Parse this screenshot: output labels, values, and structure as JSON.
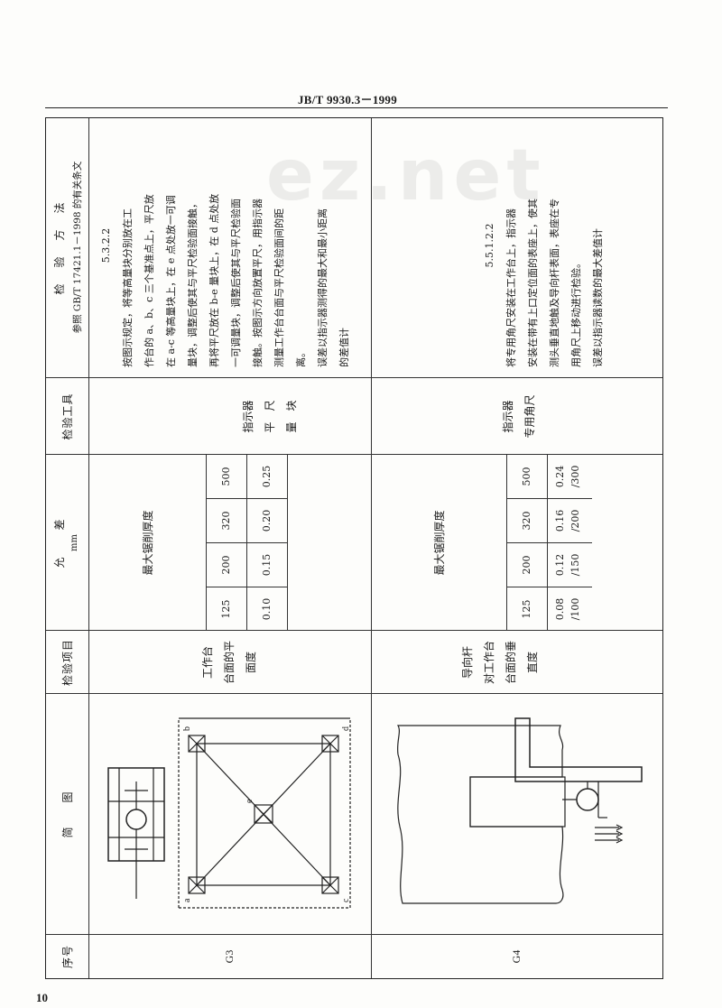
{
  "header": {
    "standard_code": "JB/T 9930.3－1999"
  },
  "page_number": "10",
  "watermark": "ez.net",
  "table": {
    "columns": {
      "no": "序号",
      "figure": "简　　图",
      "item": "检验项目",
      "tolerance": "允　　差",
      "tolerance_unit": "mm",
      "tools": "检验工具",
      "method": "检　验　方　法",
      "method_ref": "参照 GB/T 17421.1－1998 的有关条文"
    },
    "rows": [
      {
        "no": "G3",
        "item": [
          "工作台",
          "台面的平",
          "面度"
        ],
        "tol_title": "最大锯削厚度",
        "tol_sizes": [
          "125",
          "200",
          "320",
          "500"
        ],
        "tol_values": [
          "0.10",
          "0.15",
          "0.20",
          "0.25"
        ],
        "tools": [
          "指示器",
          "平　尺",
          "量　块"
        ],
        "method_clause": "5.3.2.2",
        "method_lines": [
          "按图示规定，将等高量块分别放在工",
          "作台的 a、b、c 三个基准点上，平尺放",
          "在 a-c 等高量块上，在 e 点处放一可调",
          "量块，调整后使其与平尺检验面接触，",
          "再将平尺放在 b-e 量块上，在 d 点处放",
          "一可调量块，调整后使其与平尺检验面",
          "接触。按图示方向放置平尺，用指示器",
          "测量工作台台面与平尺检验面间的距",
          "离。",
          "误差以指示器测得的最大和最小距离",
          "的差值计"
        ],
        "figure_labels": [
          "a",
          "b",
          "c",
          "d",
          "e"
        ]
      },
      {
        "no": "G4",
        "item": [
          "导向杆",
          "对工作台",
          "台面的垂",
          "直度"
        ],
        "tol_title": "最大锯削厚度",
        "tol_sizes": [
          "125",
          "200",
          "320",
          "500"
        ],
        "tol_values": [
          "0.08",
          "0.12",
          "0.16",
          "0.24"
        ],
        "tol_per": [
          "/100",
          "/150",
          "/200",
          "/300"
        ],
        "tools": [
          "指示器",
          "专用角尺"
        ],
        "method_clause": "5.5.1.2.2",
        "method_lines": [
          "将专用角尺安装在工作台上，指示器",
          "安装在带有上口定位面的表座上，使其",
          "测头垂直地触及导向杆表面，表座在专",
          "用角尺上移动进行检验。",
          "误差以指示器读数的最大差值计"
        ]
      }
    ]
  }
}
